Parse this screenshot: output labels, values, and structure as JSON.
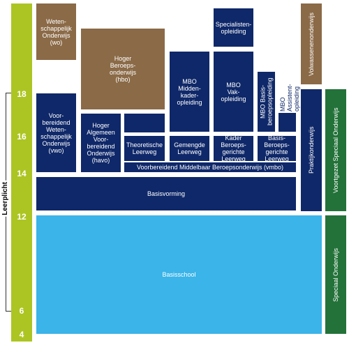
{
  "axis": {
    "leerplicht_label": "Leerplicht",
    "ages": [
      "18",
      "16",
      "14",
      "12",
      "6",
      "4"
    ]
  },
  "blocks": {
    "wo": "Weten-\nschappelijk\nOnderwijs\n(wo)",
    "hbo": "Hoger\nBeroeps-\nonderwijs\n(hbo)",
    "specialisten": "Specialisten-\nopleiding",
    "mbo_midden": "MBO\nMidden-\nkader-\nopleiding",
    "mbo_vak": "MBO\nVak-\nopleiding",
    "mbo_basis": "MBO Basis-\nberoepsopleiding",
    "mbo_assistent": "MBO Assistent-\nopleiding",
    "volwassenen": "Volwassenenonderwijs",
    "vwo": "Voor-\nbereidend\nWeten-\nschappelijk\nOnderwijs\n(vwo)",
    "havo": "Hoger\nAlgemeen\nVoor-\nbereidend\nOnderwijs\n(havo)",
    "theoretische": "Theoretische\nLeerweg",
    "gemengde": "Gemengde\nLeerweg",
    "kader": "Kader\nBeroeps-\ngerichte\nLeerweg",
    "basis_leerweg": "Basis-\nBeroeps-\ngerichte\nLeerweg",
    "vmbo": "Voorbereidend Middelbaar Beroepsonderwijs (vmbo)",
    "praktijk": "Praktijkonderwijs",
    "voortgezet_speciaal": "Voortgezet Speciaal Onderwijs",
    "basisvorming": "Basisvorming",
    "basisschool": "Basisschool",
    "speciaal": "Speciaal Onderwijs"
  },
  "colors": {
    "navy": "#0f2869",
    "brown": "#8b6a47",
    "sky": "#3ab4e9",
    "green": "#237239",
    "lime": "#adc522"
  }
}
